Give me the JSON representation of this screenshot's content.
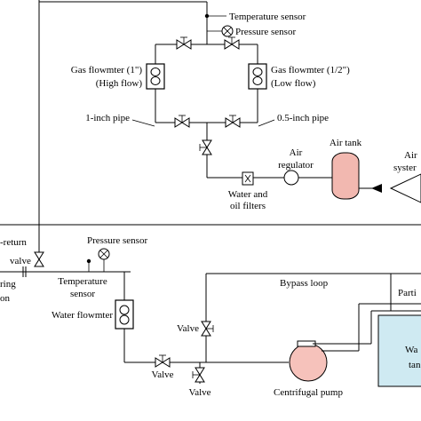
{
  "labels": {
    "temperature_sensor_top": "Temperature sensor",
    "pressure_sensor_top": "Pressure sensor",
    "gas_flowmeter_high_line1": "Gas flowmter (1\")",
    "gas_flowmeter_high_line2": "(High flow)",
    "gas_flowmeter_low_line1": "Gas flowmter (1/2\")",
    "gas_flowmeter_low_line2": "(Low flow)",
    "one_inch_pipe": "1-inch pipe",
    "half_inch_pipe": "0.5-inch pipe",
    "air_regulator_line1": "Air",
    "air_regulator_line2": "regulator",
    "air_tank": "Air tank",
    "air_system_line1": "Air",
    "air_system_line2": "syster",
    "filters_line1": "Water and",
    "filters_line2": "oil filters",
    "check_valve_line1": "-return",
    "check_valve_line2": "valve",
    "left_cut_line1": "ring",
    "left_cut_line2": "on",
    "pressure_sensor_bottom": "Pressure sensor",
    "temperature_sensor_bottom_line1": "Temperature",
    "temperature_sensor_bottom_line2": "sensor",
    "bypass_loop": "Bypass loop",
    "particle_cut": "Parti",
    "water_flowmeter": "Water flowmter",
    "valve_bypass": "Valve",
    "valve_horizontal": "Valve",
    "valve_bottom": "Valve",
    "centrifugal_pump": "Centrifugal pump",
    "water_tank_line1": "Wa",
    "water_tank_line2": "tan"
  },
  "colors": {
    "line": "#000000",
    "tank_fill": "#f2b8b0",
    "pump_fill": "#f6c2bb",
    "water_fill": "#cfeaf2"
  }
}
